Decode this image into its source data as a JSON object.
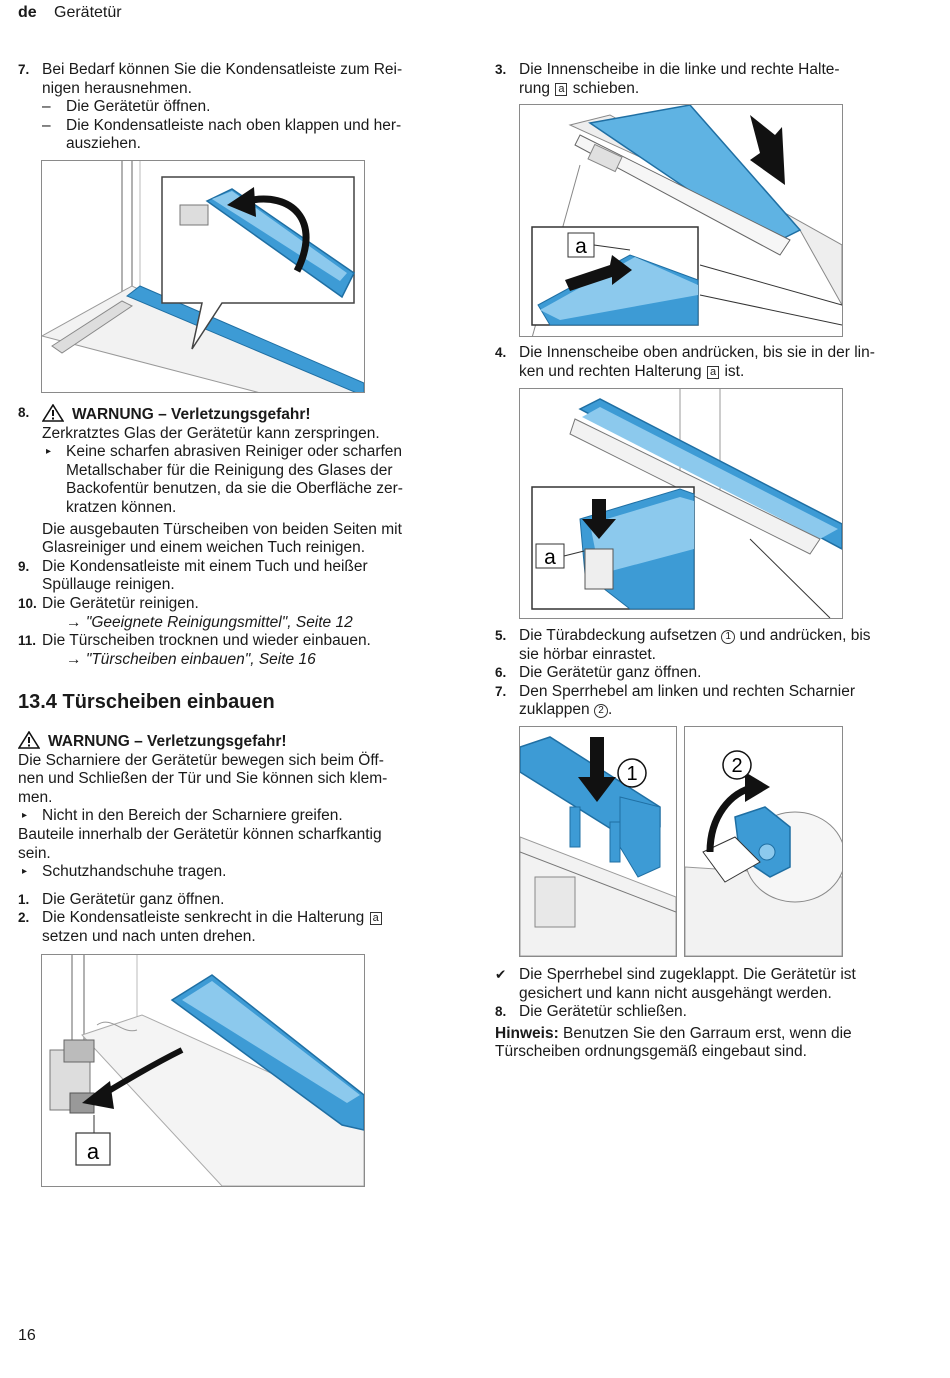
{
  "header": {
    "lang": "de",
    "title": "Gerätetür"
  },
  "page_number": "16",
  "left": {
    "s7": {
      "num": "7.",
      "text1": "Bei Bedarf können Sie die Kondensatleiste zum Rei-",
      "text2": "nigen herausnehmen.",
      "sub1": "Die Gerätetür öffnen.",
      "sub2a": "Die Kondensatleiste nach oben klappen und her-",
      "sub2b": "ausziehen.",
      "dash": "–"
    },
    "s8": {
      "num": "8.",
      "warn": "WARNUNG – Verletzungsgefahr!",
      "l1": "Zerkratztes Glas der Gerätetür kann zerspringen.",
      "b1": "Keine scharfen abrasiven Reiniger oder scharfen",
      "b2": "Metallschaber für die Reinigung des Glases der",
      "b3": "Backofentür benutzen, da sie die Oberfläche zer-",
      "b4": "kratzen können.",
      "l2": "Die ausgebauten Türscheiben von beiden Seiten mit",
      "l3": "Glasreiniger und einem weichen Tuch reinigen."
    },
    "s9": {
      "num": "9.",
      "t1": "Die Kondensatleiste mit einem Tuch und heißer",
      "t2": "Spüllauge reinigen."
    },
    "s10": {
      "num": "10.",
      "t1": "Die Gerätetür reinigen.",
      "ref": "\"Geeignete Reinigungsmittel\", Seite 12"
    },
    "s11": {
      "num": "11.",
      "t1": "Die Türscheiben trocknen und wieder einbauen.",
      "ref": "\"Türscheiben einbauen\", Seite 16"
    },
    "arrow": "→",
    "section": {
      "title": "13.4  Türscheiben einbauen",
      "warn": "WARNUNG – Verletzungsgefahr!",
      "p1": "Die Scharniere der Gerätetür bewegen sich beim Öff-",
      "p2": "nen und Schließen der Tür und Sie können sich klem-",
      "p3": "men.",
      "b1": "Nicht in den Bereich der Scharniere greifen.",
      "p4": "Bauteile innerhalb der Gerätetür können scharfkantig",
      "p5": "sein.",
      "b2": "Schutzhandschuhe tragen."
    },
    "s1": {
      "num": "1.",
      "t1": "Die Gerätetür ganz öffnen."
    },
    "s2": {
      "num": "2.",
      "t1": "Die Kondensatleiste senkrecht in die Halterung",
      "t2": "setzen und nach unten drehen."
    }
  },
  "right": {
    "s3": {
      "num": "3.",
      "t1": "Die Innenscheibe in die linke und rechte Halte-",
      "t2a": "rung",
      "t2b": "schieben."
    },
    "s4": {
      "num": "4.",
      "t1": "Die Innenscheibe oben andrücken, bis sie in der lin-",
      "t2a": "ken und rechten Halterung",
      "t2b": "ist."
    },
    "s5": {
      "num": "5.",
      "t1a": "Die Türabdeckung aufsetzen",
      "t1b": "und andrücken, bis",
      "t2": "sie hörbar einrastet."
    },
    "s6": {
      "num": "6.",
      "t1": "Die Gerätetür ganz öffnen."
    },
    "s7": {
      "num": "7.",
      "t1": "Den Sperrhebel am linken und rechten Scharnier",
      "t2a": "zuklappen",
      "t2b": "."
    },
    "result": {
      "check": "✔",
      "t1": "Die Sperrhebel sind zugeklappt. Die Gerätetür ist",
      "t2": "gesichert und kann nicht ausgehängt werden."
    },
    "s8": {
      "num": "8.",
      "t1": "Die Gerätetür schließen."
    },
    "hint": {
      "label": "Hinweis:",
      "t1": " Benutzen Sie den Garraum erst, wenn die",
      "t2": "Türscheiben ordnungsgemäß eingebaut sind."
    }
  },
  "markers": {
    "a": "a",
    "one": "1",
    "two": "2",
    "bullet": "▸"
  },
  "colors": {
    "glass_blue": "#3d9bd5",
    "glass_light": "#bfe0f3",
    "frame_gray": "#8a8a8a",
    "arrow_black": "#111111"
  }
}
